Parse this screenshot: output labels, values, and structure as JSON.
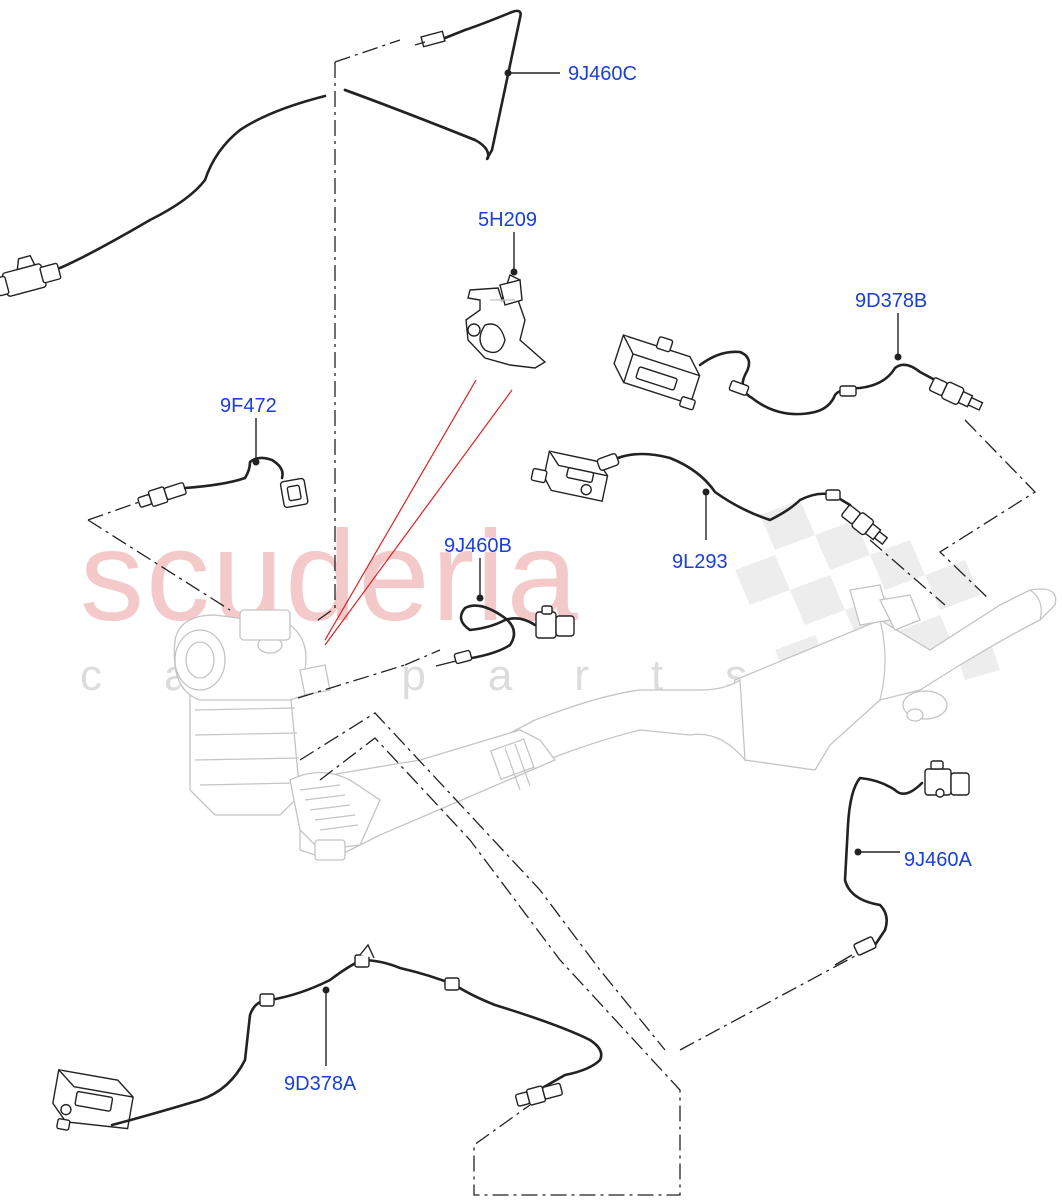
{
  "watermark": {
    "brand": "scuderia",
    "tagline": "car parts"
  },
  "callouts": [
    {
      "id": "9J460C",
      "label": "9J460C"
    },
    {
      "id": "5H209",
      "label": "5H209"
    },
    {
      "id": "9D378B",
      "label": "9D378B"
    },
    {
      "id": "9F472",
      "label": "9F472"
    },
    {
      "id": "9J460B",
      "label": "9J460B"
    },
    {
      "id": "9L293",
      "label": "9L293"
    },
    {
      "id": "9J460A",
      "label": "9J460A"
    },
    {
      "id": "9D378A",
      "label": "9D378A"
    }
  ],
  "colors": {
    "callout_text": "#1a3fd6",
    "watermark_brand": "#f4c9c9",
    "watermark_tagline": "#dcdcdc",
    "linework": "#222222",
    "ghost_exhaust": "#c4c4c4",
    "highlight_lines": "#e02020"
  }
}
